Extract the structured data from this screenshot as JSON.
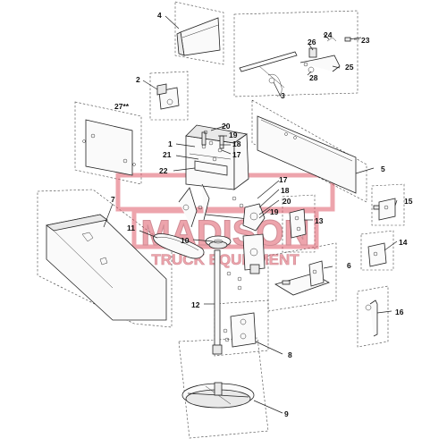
{
  "watermark": {
    "line1": "MADISON",
    "line2": "TRUCK EQUIPMENT",
    "color": "#e05a6a"
  },
  "callouts": {
    "c1": "1",
    "c2": "2",
    "c3": "3",
    "c4": "4",
    "c5": "5",
    "c6": "6",
    "c7": "7",
    "c8": "8",
    "c9": "9",
    "c10": "10",
    "c11": "11",
    "c12": "12",
    "c13": "13",
    "c14": "14",
    "c15": "15",
    "c16": "16",
    "c17a": "17",
    "c17b": "17",
    "c18a": "18",
    "c18b": "18",
    "c19a": "19",
    "c19b": "19",
    "c20a": "20",
    "c20b": "20",
    "c21": "21",
    "c22": "22",
    "c23": "23",
    "c24": "24",
    "c25": "25",
    "c26": "26",
    "c27": "27**",
    "c28": "28"
  }
}
